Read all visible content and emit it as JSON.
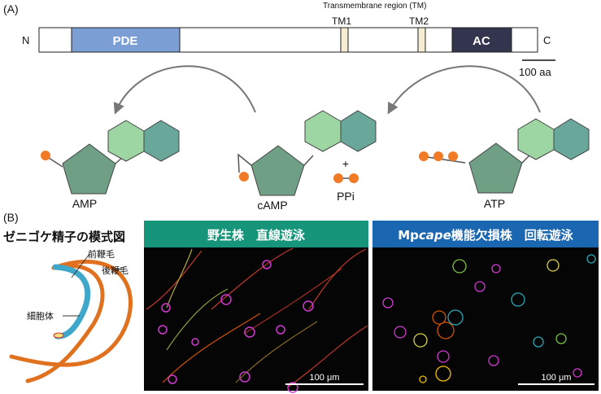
{
  "panel_a": {
    "label": "(A)",
    "n_terminus": "N",
    "c_terminus": "C",
    "pde_label": "PDE",
    "ac_label": "AC",
    "tm_region_label": "Transmembrane region (TM)",
    "tm1_label": "TM1",
    "tm2_label": "TM2",
    "scale_label": "100 aa",
    "amp_label": "AMP",
    "camp_label": "cAMP",
    "ppi_label": "PPi",
    "plus_sign": "+",
    "atp_label": "ATP",
    "colors": {
      "pde": "#7b9fd4",
      "ac": "#33354f",
      "tm": "#f6ecd1",
      "pentagon": "#6f9f85",
      "hexagon_light": "#9ed6a3",
      "hexagon_dark": "#6aa79b",
      "phosphate": "#f07a26"
    }
  },
  "panel_b": {
    "label": "(B)",
    "schematic_title": "ゼニゴケ精子の模式図",
    "anterior_flagellum": "前鞭毛",
    "posterior_flagellum": "後鞭毛",
    "cell_body": "細胞体",
    "left_header": "野生株　直線遊泳",
    "right_header_prefix": "Mp",
    "right_header_italic": "cape",
    "right_header_suffix": "機能欠損株　回転遊泳",
    "scale_left": "100 μm",
    "scale_right": "100 μm",
    "colors": {
      "left_header_bg": "#17957a",
      "right_header_bg": "#1b66b0",
      "flagellum": "#e0711f",
      "body_blue": "#3fa7c9"
    }
  }
}
